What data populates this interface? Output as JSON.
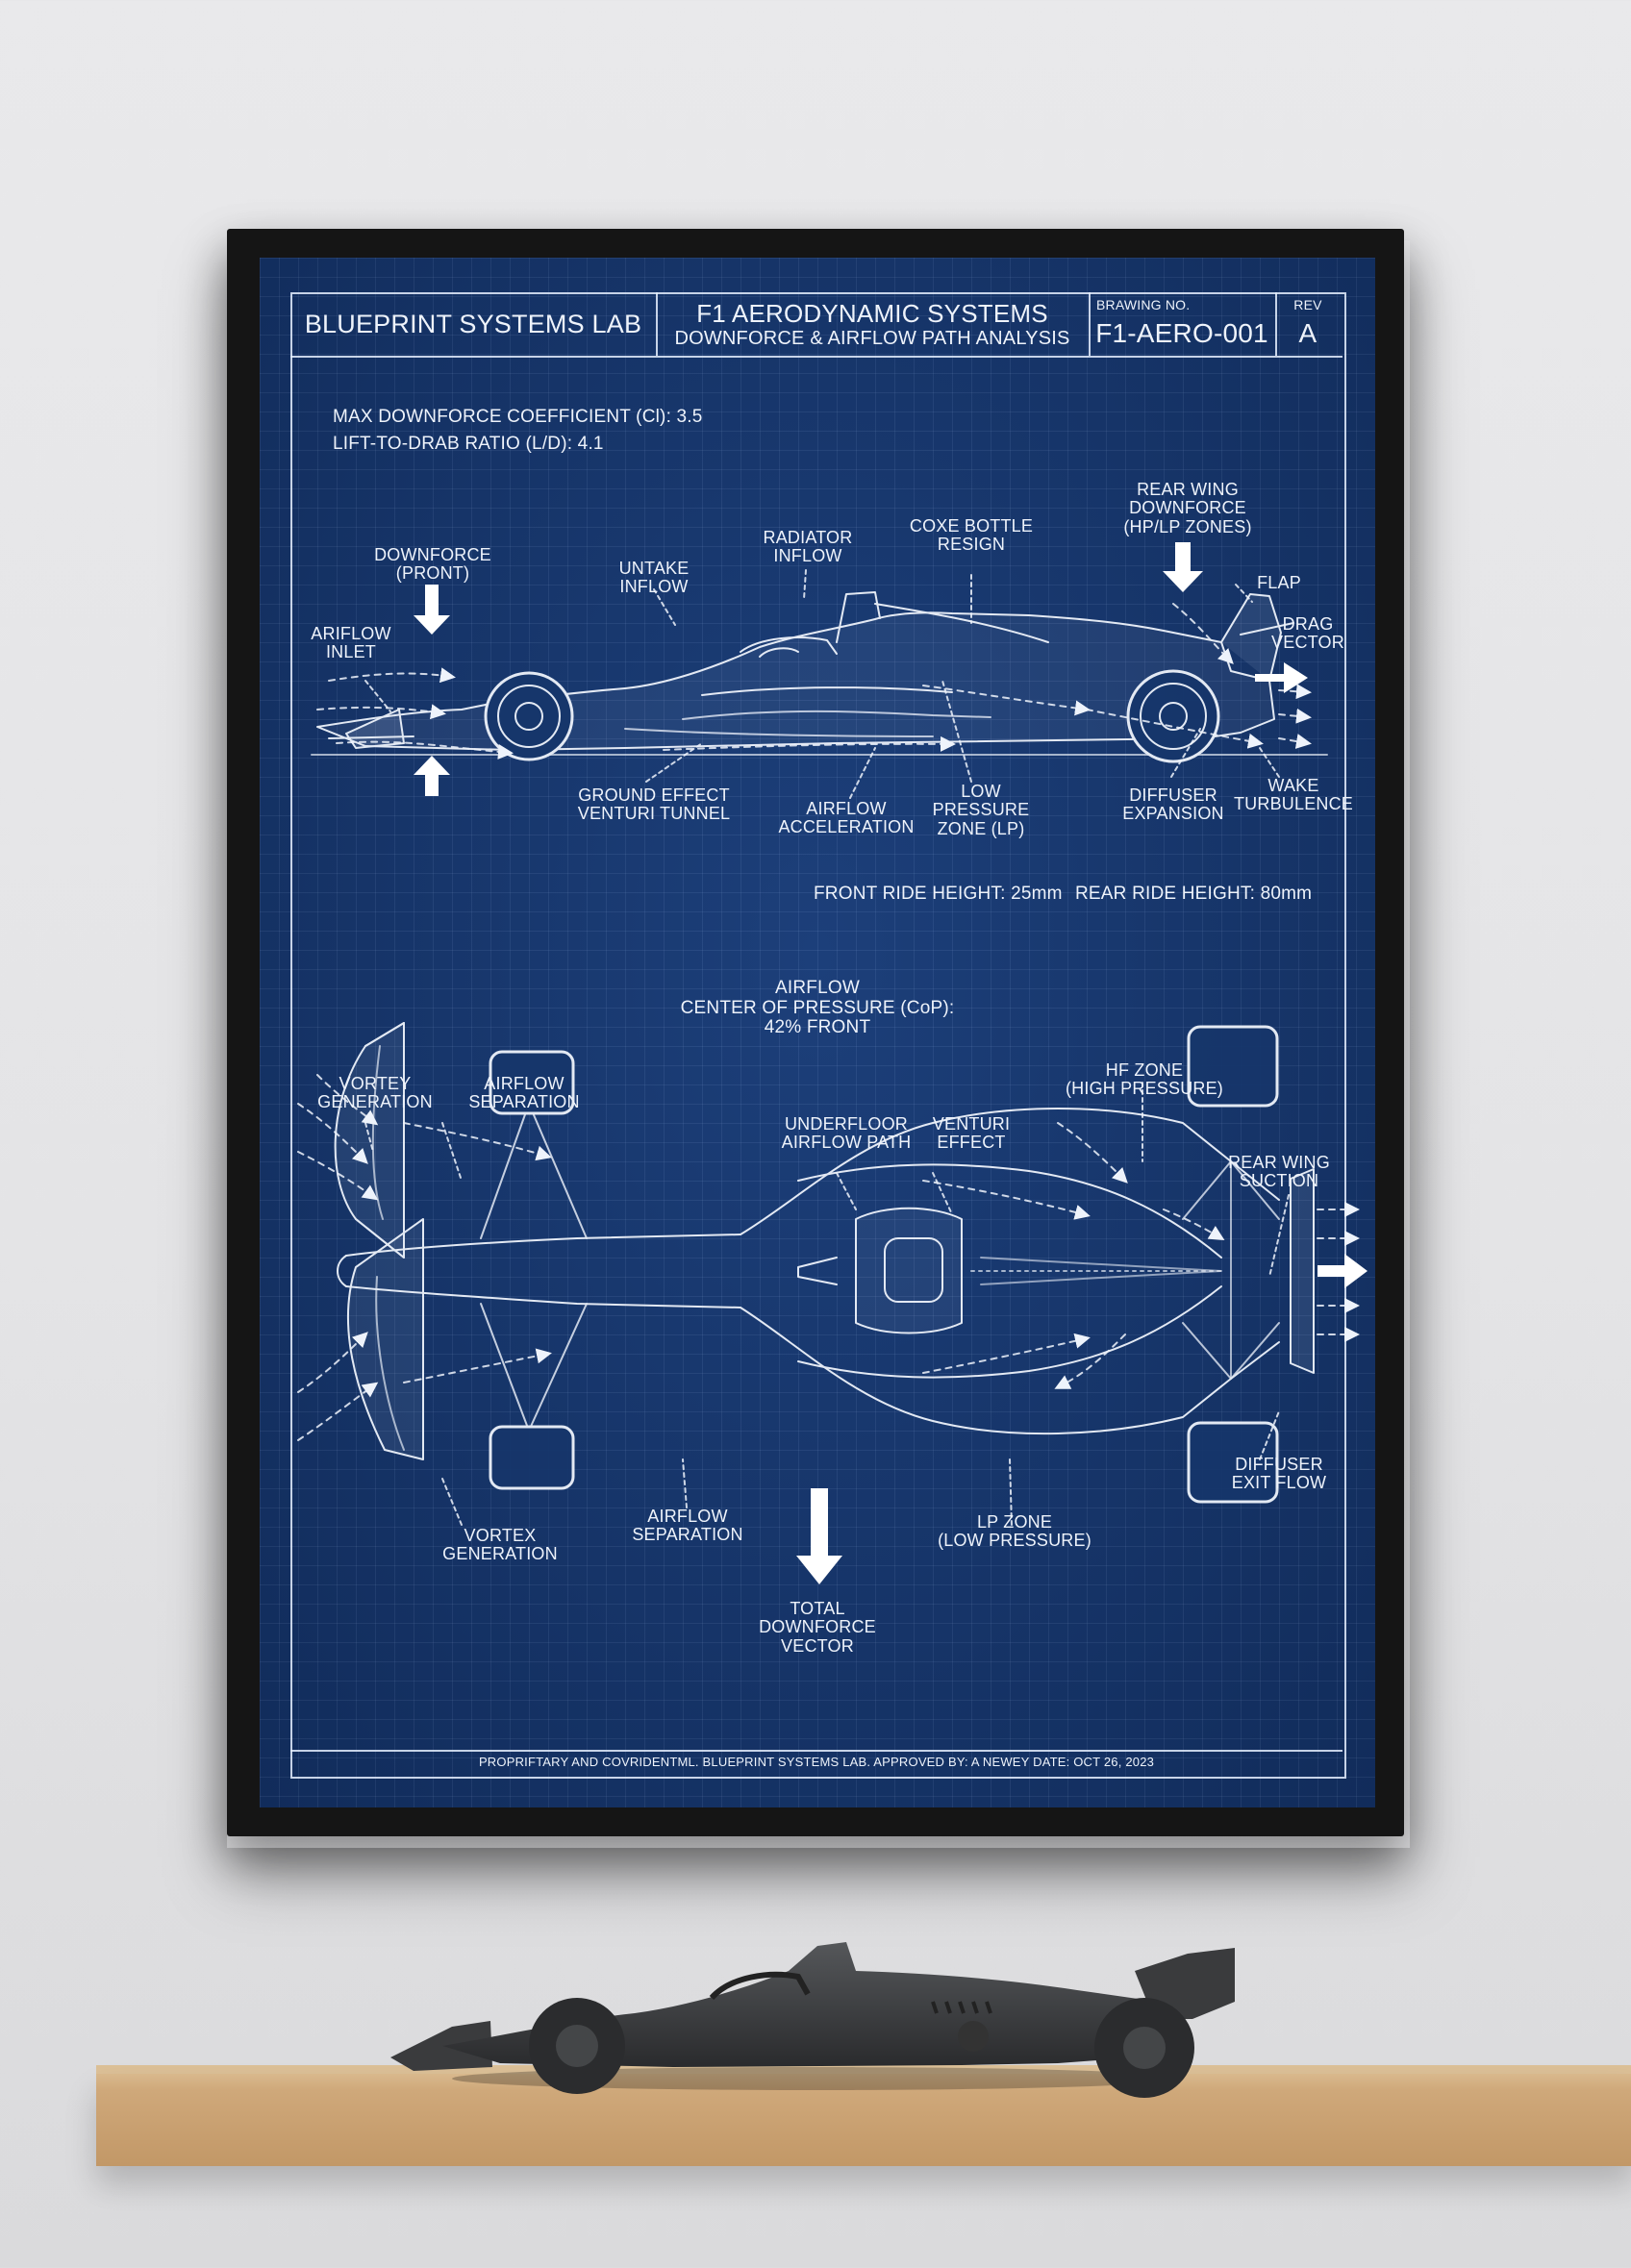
{
  "poster": {
    "lab_name": "BLUEPRINT SYSTEMS LAB",
    "title": "F1 AERODYNAMIC SYSTEMS",
    "subtitle": "DOWNFORCE & AIRFLOW PATH ANALYSIS",
    "drawing_no_label": "BRAWING NO.",
    "drawing_no": "F1-AERO-001",
    "rev_label": "REV",
    "rev": "A",
    "spec_1": "MAX DOWNFORCE COEFFICIENT (Cl): 3.5",
    "spec_2": "LIFT-TO-DRAB RATIO (L/D): 4.1",
    "front_ride_height": "FRONT RIDE HEIGHT: 25mm",
    "rear_ride_height": "REAR RIDE HEIGHT: 80mm",
    "footer": "PROPRIFTARY AND COVRIDENTML. BLUEPRINT SYSTEMS LAB. APPROVED BY: A NEWEY DATE: OCT 26, 2023"
  },
  "side_view_labels": {
    "downforce_front": "DOWNFORCE\n(PRONT)",
    "airflow_inlet": "ARIFLOW\nINLET",
    "intake_inflow": "UNTAKE\nINFLOW",
    "radiator_inflow": "RADIATOR\nINFLOW",
    "coke_bottle": "COXE BOTTLE\nRESIGN",
    "rear_wing_downforce": "REAR WING\nDOWNFORCE\n(HP/LP ZONES)",
    "flap": "FLAP",
    "drag_vector": "DRAG\nVECTOR",
    "ground_effect": "GROUND EFFECT\nVENTURI TUNNEL",
    "airflow_acceleration": "AIRFLOW\nACCELERATION",
    "low_pressure_zone": "LOW\nPRESSURE\nZONE (LP)",
    "diffuser_expansion": "DIFFUSER\nEXPANSION",
    "wake_turbulence": "WAKE\nTURBULENCE"
  },
  "top_view_labels": {
    "cop_title": "AIRFLOW\nCENTER OF PRESSURE (CoP):\n42% FRONT",
    "vortex_generation_top": "VORTEY\nGENERATION",
    "airflow_separation_top": "AIRFLOW\nSEPARATION",
    "underfloor_path": "UNDERFLOOR\nAIRFLOW PATH",
    "venturi_effect": "VENTURI\nEFFECT",
    "hp_zone": "HF ZONE\n(HIGH PRESSURE)",
    "rear_wing_suction": "REAR WING\nSUCTION",
    "vortex_generation_bottom": "VORTEX\nGENERATION",
    "airflow_separation_bottom": "AIRFLOW\nSEPARATION",
    "lp_zone": "LP ZONE\n(LOW PRESSURE)",
    "diffuser_exit": "DIFFUSER\nEXIT FLOW",
    "total_downforce": "TOTAL DOWNFORCE\nVECTOR"
  },
  "colors": {
    "blueprint": "#16366b",
    "line": "#eef3fb",
    "frame": "#151515",
    "wall": "#e6e6e8",
    "shelf": "#cfa87a",
    "model": "#3a3b3d"
  }
}
